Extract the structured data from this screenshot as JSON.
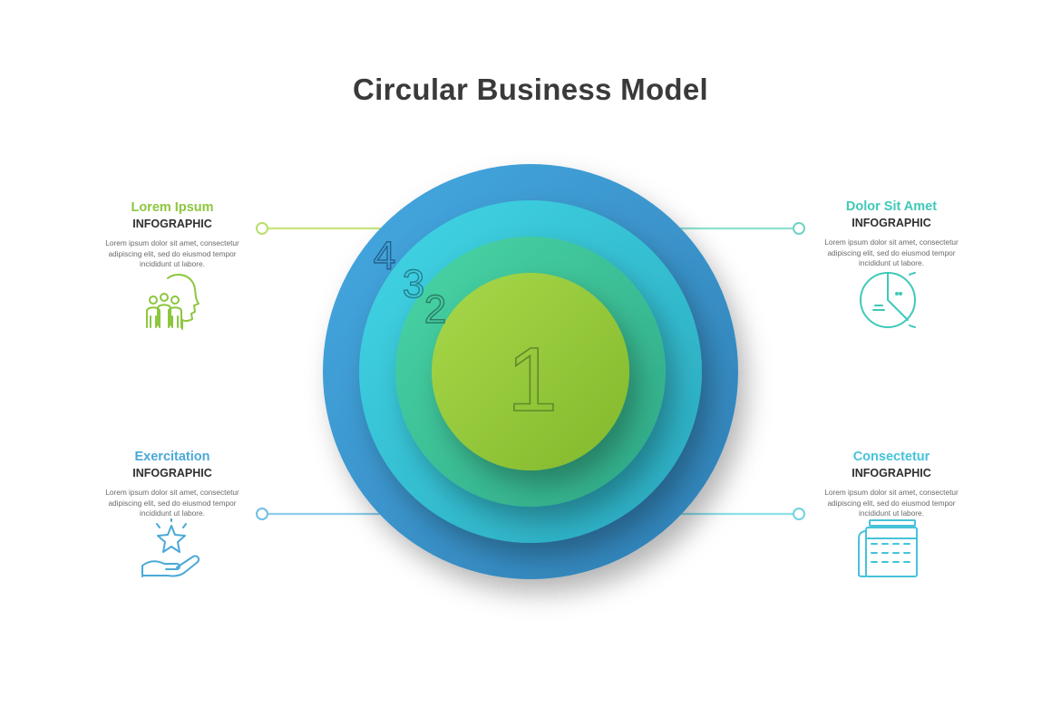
{
  "title": "Circular Business Model",
  "colors": {
    "ring4": "#3f9fd8",
    "ring3": "#3dc9dd",
    "ring2": "#3fcf9f",
    "ring1": "#9ccf3f",
    "accent_green": "#8dc63f",
    "accent_teal": "#3fc9b8",
    "accent_blue": "#4aa9d8",
    "accent_cyan": "#45c3da"
  },
  "circle_numbers": [
    "1",
    "2",
    "3",
    "4"
  ],
  "blocks": {
    "top_left": {
      "heading": "Lorem Ipsum",
      "subheading": "INFOGRAPHIC",
      "body": "Lorem ipsum dolor sit amet, consectetur adipiscing elit, sed do eiusmod tempor incididunt ut labore.",
      "icon": "people-head-icon"
    },
    "top_right": {
      "heading": "Dolor Sit Amet",
      "subheading": "INFOGRAPHIC",
      "body": "Lorem ipsum dolor sit amet, consectetur adipiscing elit, sed do eiusmod tempor incididunt ut labore.",
      "icon": "pie-chart-icon"
    },
    "bottom_left": {
      "heading": "Exercitation",
      "subheading": "INFOGRAPHIC",
      "body": "Lorem ipsum dolor sit amet, consectetur adipiscing elit, sed do eiusmod tempor incididunt ut labore.",
      "icon": "hand-star-icon"
    },
    "bottom_right": {
      "heading": "Consectetur",
      "subheading": "INFOGRAPHIC",
      "body": "Lorem ipsum dolor sit amet, consectetur adipiscing elit, sed do eiusmod tempor incididunt ut labore.",
      "icon": "calendar-icon"
    }
  }
}
